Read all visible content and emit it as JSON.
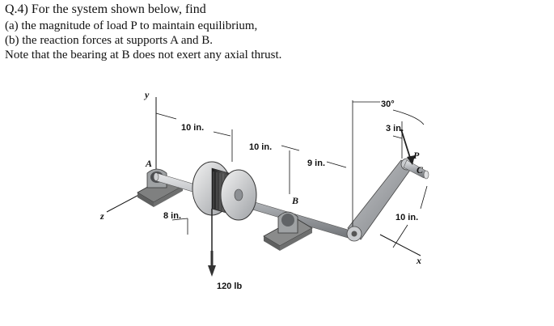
{
  "question": {
    "title": "Q.4) For the system shown below, find",
    "parts": [
      "(a) the magnitude of load P to maintain equilibrium,",
      "(b) the reaction forces at supports A and B.",
      "Note that the bearing at B does not exert any axial thrust."
    ]
  },
  "figure": {
    "axis_y": "y",
    "axis_z": "z",
    "axis_x": "x",
    "support_a": "A",
    "support_b": "B",
    "point_c": "C",
    "load_p": "P",
    "dim_a_to_drum": "10 in.",
    "dim_drum_to_b": "10 in.",
    "dim_b_to_crank": "9 in.",
    "dim_drum_radius": "8 in.",
    "dim_crank_length": "10 in.",
    "dim_p_offset": "3 in.",
    "angle_label": "30°",
    "weight_label": "120 lb",
    "colors": {
      "shaft": "#b9bcc0",
      "drum": "#2f2f2f",
      "crank": "#9a9c9f",
      "base": "#8e8f8f"
    }
  }
}
